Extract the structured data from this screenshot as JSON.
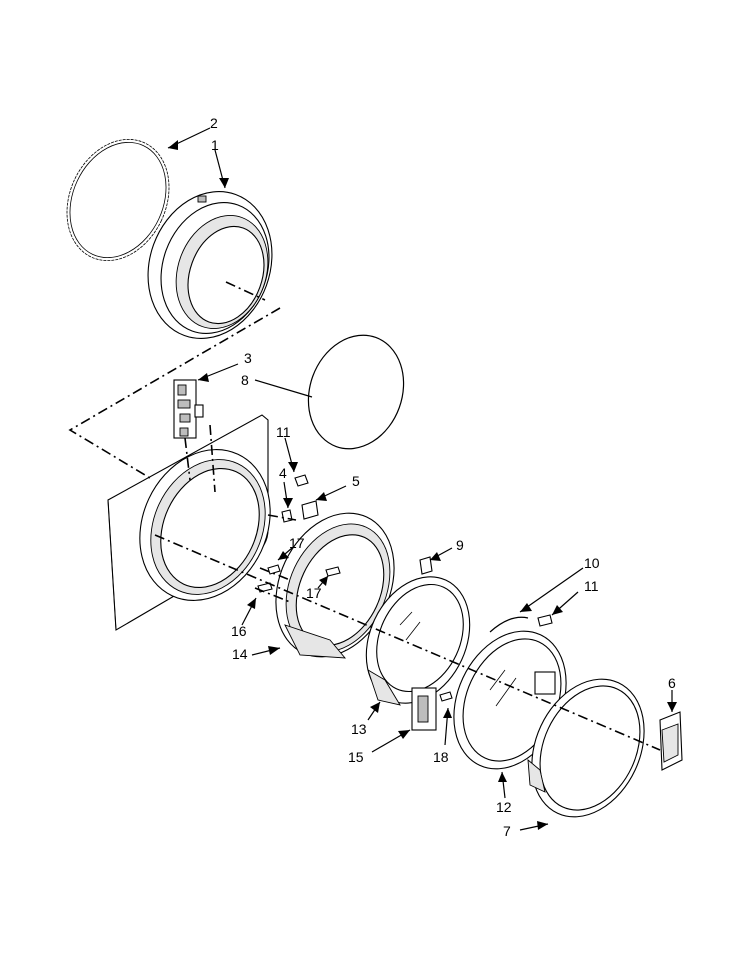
{
  "callouts": [
    {
      "id": "2",
      "text": "2"
    },
    {
      "id": "1",
      "text": "1"
    },
    {
      "id": "3",
      "text": "3"
    },
    {
      "id": "8",
      "text": "8"
    },
    {
      "id": "11a",
      "text": "11"
    },
    {
      "id": "4",
      "text": "4"
    },
    {
      "id": "5",
      "text": "5"
    },
    {
      "id": "9",
      "text": "9"
    },
    {
      "id": "17a",
      "text": "17"
    },
    {
      "id": "17b",
      "text": "17"
    },
    {
      "id": "10",
      "text": "10"
    },
    {
      "id": "11b",
      "text": "11"
    },
    {
      "id": "16",
      "text": "16"
    },
    {
      "id": "14",
      "text": "14"
    },
    {
      "id": "6",
      "text": "6"
    },
    {
      "id": "13",
      "text": "13"
    },
    {
      "id": "15",
      "text": "15"
    },
    {
      "id": "18",
      "text": "18"
    },
    {
      "id": "12",
      "text": "12"
    },
    {
      "id": "7",
      "text": "7"
    }
  ]
}
